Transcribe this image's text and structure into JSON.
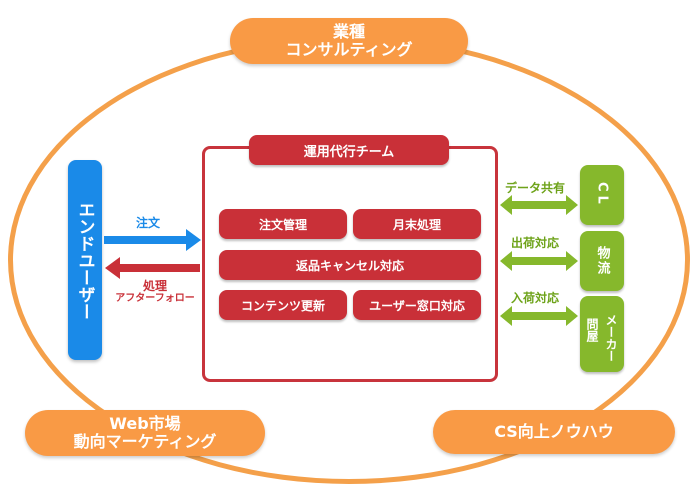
{
  "consulting": {
    "line1": "業種",
    "line2": "コンサルティング"
  },
  "web_marketing": {
    "line1": "Web市場",
    "line2": "動向マーケティング"
  },
  "cs_knowhow": {
    "label": "CS向上ノウハウ"
  },
  "team": {
    "title": "運用代行チーム",
    "tasks": {
      "order_mgmt": "注文管理",
      "month_end": "月末処理",
      "returns": "返品キャンセル対応",
      "content_update": "コンテンツ更新",
      "user_support": "ユーザー窓口対応"
    }
  },
  "end_user": {
    "label": "エンドユーザー"
  },
  "left_flows": {
    "order": "注文",
    "process": "処理",
    "after_follow": "アフターフォロー"
  },
  "right_flows": {
    "data_share": "データ共有",
    "ship": "出荷対応",
    "receive": "入荷対応"
  },
  "partners": {
    "cl": "CL",
    "logistics": "物流",
    "maker_a": "メーカー",
    "maker_b": "問屋"
  },
  "colors": {
    "orange": "#f99a45",
    "red": "#c93038",
    "blue": "#1a8ae8",
    "green": "#86b82c"
  }
}
